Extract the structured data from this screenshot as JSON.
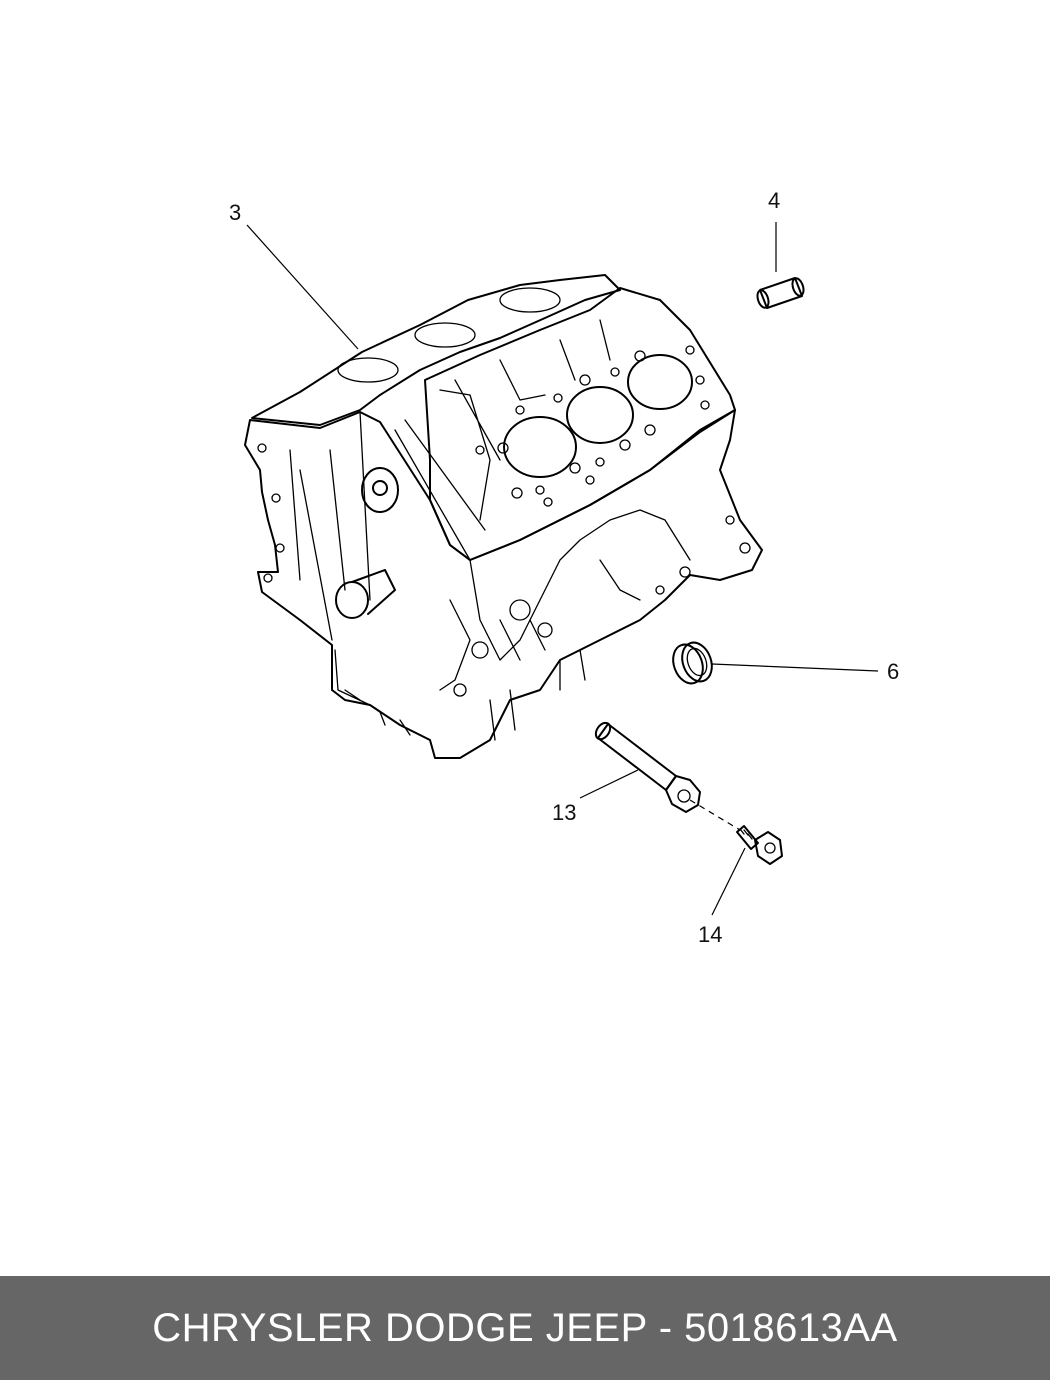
{
  "callouts": {
    "engine_block": "3",
    "dowel_pin": "4",
    "seal_ring": "6",
    "sensor": "13",
    "bolt": "14"
  },
  "footer": {
    "caption": "CHRYSLER DODGE JEEP - 5018613AA"
  }
}
